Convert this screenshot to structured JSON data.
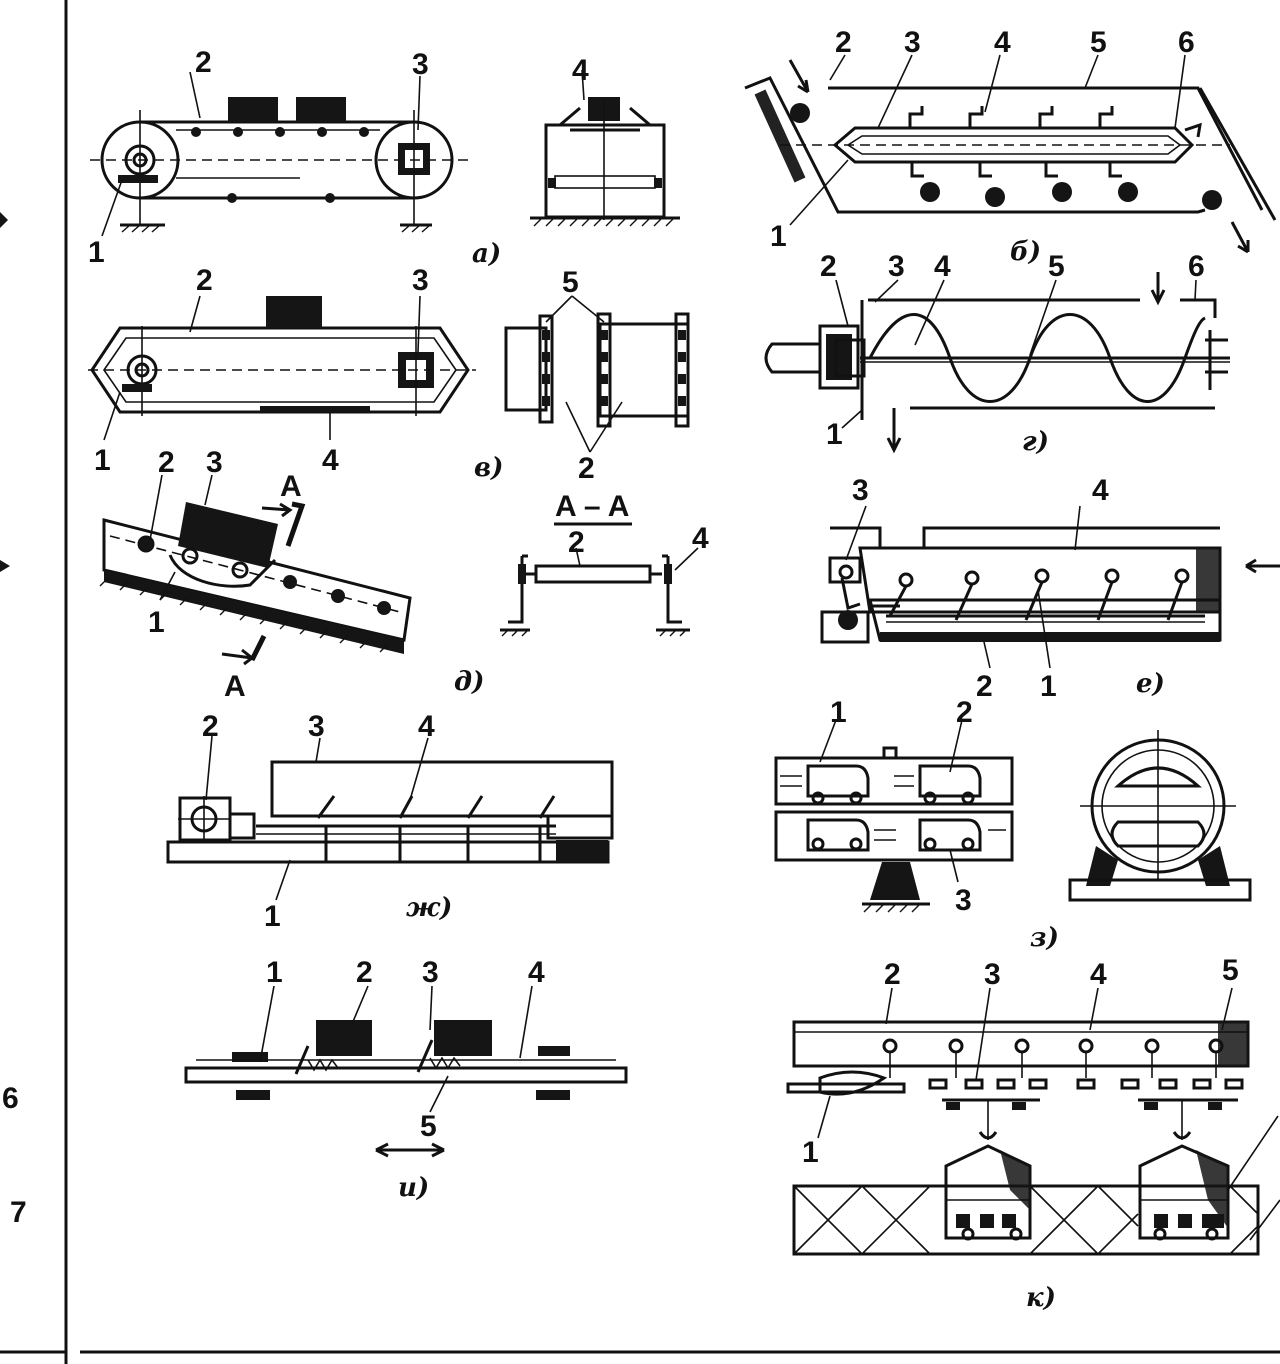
{
  "panels": {
    "a": {
      "caption": "а)",
      "labels": [
        "1",
        "2",
        "3",
        "4"
      ]
    },
    "b": {
      "caption": "б)",
      "labels": [
        "1",
        "2",
        "3",
        "4",
        "5",
        "6"
      ]
    },
    "v": {
      "caption": "в)",
      "labels": [
        "1",
        "2",
        "3",
        "4",
        "5",
        "2"
      ]
    },
    "g": {
      "caption": "г)",
      "labels": [
        "1",
        "2",
        "3",
        "4",
        "5",
        "6"
      ]
    },
    "d": {
      "caption": "д)",
      "labels": [
        "1",
        "2",
        "3",
        "A",
        "A"
      ],
      "section": "A – A",
      "section_labels": [
        "2",
        "4"
      ]
    },
    "e": {
      "caption": "е)",
      "labels": [
        "1",
        "2",
        "3",
        "4"
      ]
    },
    "zh": {
      "caption": "ж)",
      "labels": [
        "1",
        "2",
        "3",
        "4"
      ]
    },
    "z": {
      "caption": "з)",
      "labels": [
        "1",
        "2",
        "3"
      ]
    },
    "i": {
      "caption": "и)",
      "labels": [
        "1",
        "2",
        "3",
        "4",
        "5"
      ]
    },
    "k": {
      "caption": "к)",
      "labels": [
        "1",
        "2",
        "3",
        "4",
        "5"
      ]
    }
  },
  "margin_numbers": [
    "6",
    "7"
  ]
}
